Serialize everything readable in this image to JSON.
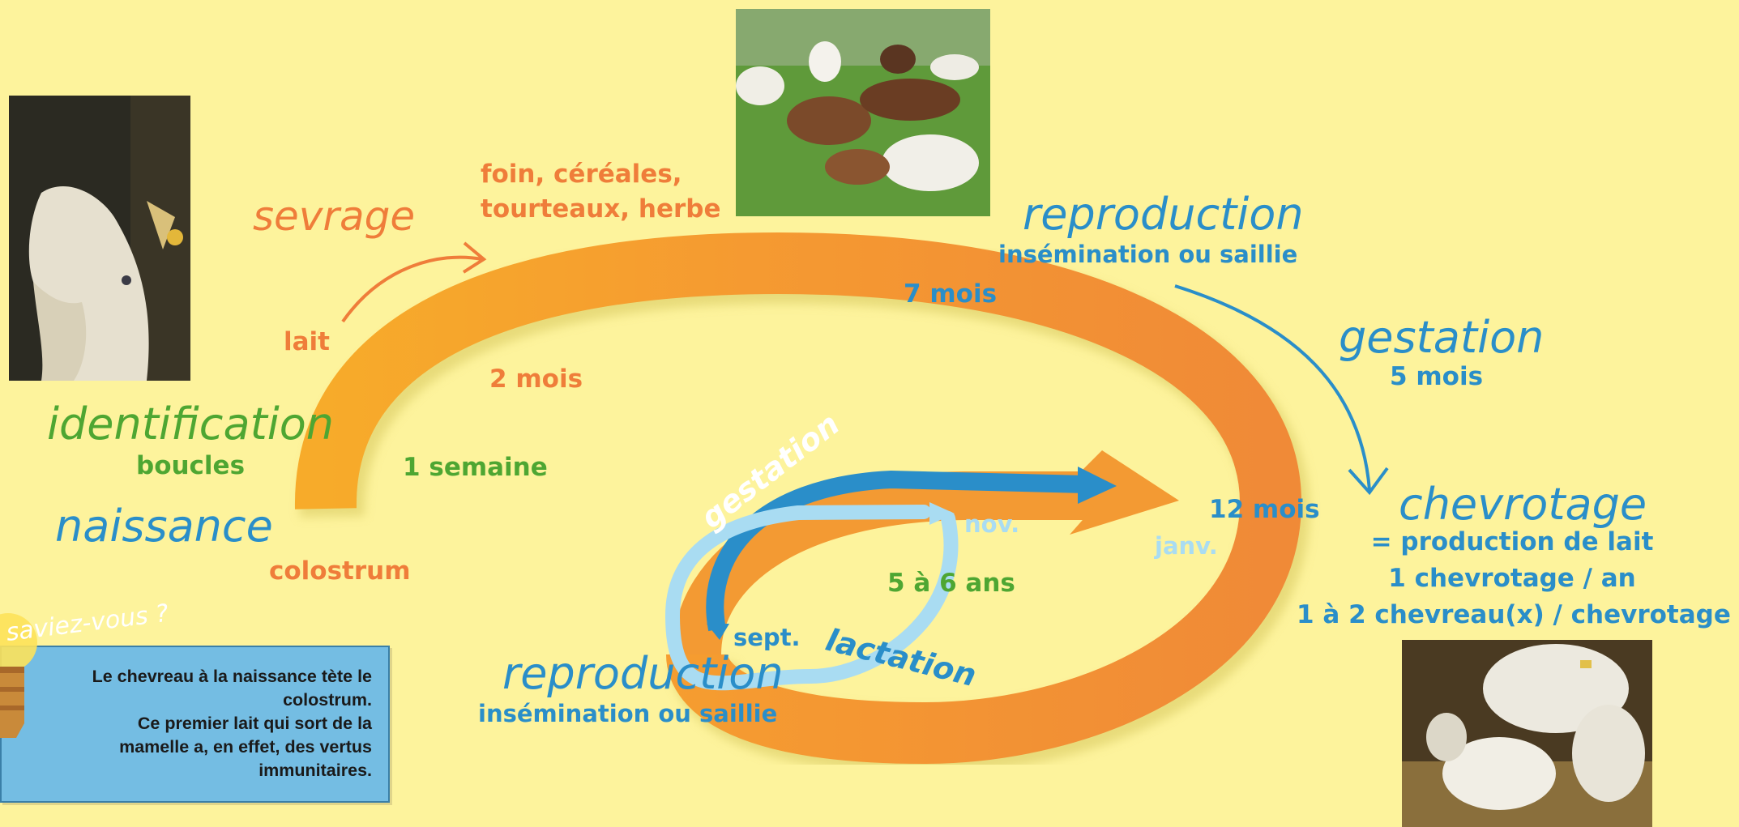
{
  "stages": {
    "sevrage": "sevrage",
    "feed": [
      "foin, céréales,",
      "tourteaux, herbe"
    ],
    "lait": "lait",
    "two_months": "2 mois",
    "identification": "identification",
    "boucles": "boucles",
    "one_week": "1 semaine",
    "naissance": "naissance",
    "colostrum": "colostrum",
    "reproduction_top": "reproduction",
    "insemination_top": "insémination ou saillie",
    "seven_months": "7 mois",
    "gestation_right": "gestation",
    "five_months": "5 mois",
    "twelve_months": "12 mois",
    "chevrotage": "chevrotage",
    "chevrotage_lines": [
      "= production de lait",
      "1 chevrotage / an",
      "1 à 2 chevreau(x) / chevrotage"
    ],
    "gestation_inner": "gestation",
    "nov": "nov.",
    "janv": "janv.",
    "five_six_years": "5 à 6 ans",
    "sept": "sept.",
    "lactation": "lactation",
    "reproduction_bottom": "reproduction",
    "insemination_bottom": "insémination ou saillie"
  },
  "infobox": {
    "title": "saviez-vous ?",
    "lines": [
      "Le chevreau à la naissance tète le",
      "colostrum.",
      "Ce premier lait qui sort de la",
      "mamelle a, en effet, des vertus",
      "immunitaires."
    ]
  },
  "colors": {
    "background": "#fdf39c",
    "spiral_orange": "#f39a33",
    "arrow_blue": "#2a8ec9",
    "arrow_lightblue": "#a9dcf2",
    "text_orange": "#ef7d3a",
    "text_green": "#4ea632",
    "infobox": "#74bde3"
  }
}
